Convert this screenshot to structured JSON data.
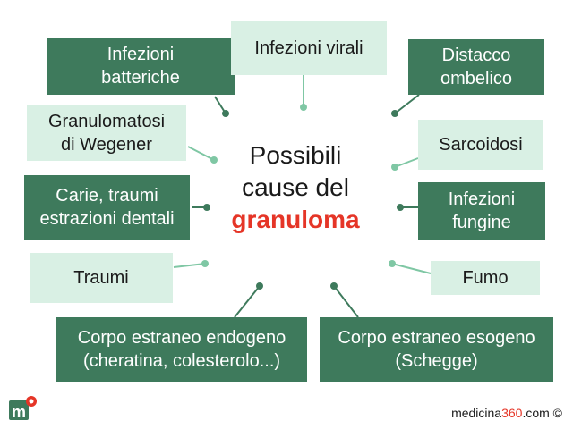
{
  "center": {
    "line1": "Possibili",
    "line2": "cause del",
    "line3": "granuloma"
  },
  "causes": [
    {
      "id": "infezioni-batteriche",
      "label": "Infezioni\nbatteriche",
      "style": "dark"
    },
    {
      "id": "infezioni-virali",
      "label": "Infezioni virali",
      "style": "light"
    },
    {
      "id": "distacco-ombelico",
      "label": "Distacco\nombelico",
      "style": "dark"
    },
    {
      "id": "granulomatosi-wegener",
      "label": "Granulomatosi\ndi Wegener",
      "style": "light"
    },
    {
      "id": "sarcoidosi",
      "label": "Sarcoidosi",
      "style": "light"
    },
    {
      "id": "carie-traumi",
      "label": "Carie, traumi\nestrazioni dentali",
      "style": "dark"
    },
    {
      "id": "infezioni-fungine",
      "label": "Infezioni\nfungine",
      "style": "dark"
    },
    {
      "id": "traumi",
      "label": "Traumi",
      "style": "light"
    },
    {
      "id": "fumo",
      "label": "Fumo",
      "style": "light"
    },
    {
      "id": "corpo-estraneo-endogeno",
      "label": "Corpo estraneo endogeno\n(cheratina, colesterolo...)",
      "style": "dark"
    },
    {
      "id": "corpo-estraneo-esogeno",
      "label": "Corpo estraneo esogeno\n(Schegge)",
      "style": "dark"
    }
  ],
  "footer": {
    "brand_text": "medicina",
    "brand_number": "360",
    "brand_suffix": ".com ©"
  },
  "colors": {
    "dark_green": "#3e7a5c",
    "light_green": "#d9f0e4",
    "accent_red": "#e53527"
  }
}
